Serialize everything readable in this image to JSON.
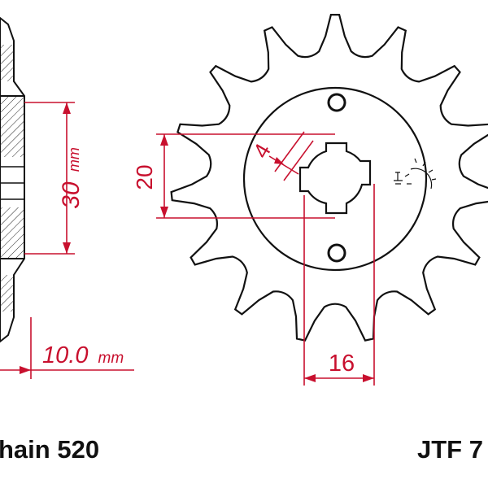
{
  "dimensions": {
    "pitch_diameter": "30",
    "pitch_diameter_unit": "mm",
    "width": "10.0",
    "width_unit": "mm",
    "bore_height": "20",
    "spline_width": "4",
    "bore_width": "16"
  },
  "captions": {
    "chain": "hain 520",
    "part_number": "JTF 7"
  },
  "colors": {
    "dimension_lines": "#c8102e",
    "outline": "#111111"
  }
}
